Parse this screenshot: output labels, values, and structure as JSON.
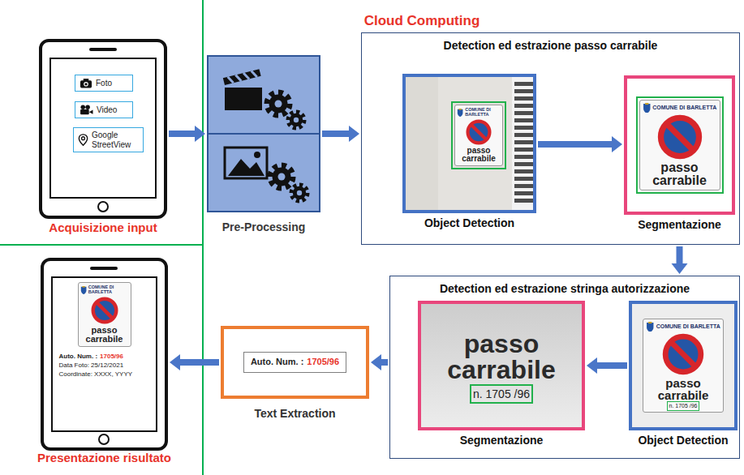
{
  "diagram": {
    "title": "Cloud Computing",
    "nodes": [
      {
        "text": [
          "Acquisizione input"
        ]
      },
      {
        "text": [
          "Foto"
        ],
        "in": 0
      },
      {
        "text": [
          "Video"
        ],
        "in": 0
      },
      {
        "text": [
          "Google StreetView"
        ],
        "in": 0
      },
      {
        "text": [
          "Pre-Processing"
        ]
      },
      {
        "text": [
          "Detection ed estrazione passo carrabile"
        ]
      },
      {
        "text": [
          "Object Detection",
          "COMUNE DI BARLETTA",
          "passo carrabile"
        ],
        "in": 5
      },
      {
        "text": [
          "Segmentazione",
          "COMUNE DI BARLETTA",
          "passo carrabile"
        ],
        "in": 5
      },
      {
        "text": [
          "Detection ed estrazione stringa autorizzazione"
        ]
      },
      {
        "text": [
          "Segmentazione",
          "passo carrabile",
          "n. 1705 /96"
        ],
        "in": 8
      },
      {
        "text": [
          "Object Detection",
          "COMUNE DI BARLETTA",
          "passo carrabile",
          "n. 1705 /96"
        ],
        "in": 8
      },
      {
        "text": [
          "Auto. Num. :",
          "1705/96",
          "Text Extraction"
        ]
      },
      {
        "text": [
          "Presentazione risultato",
          "COMUNE DI BARLETTA",
          "passo carrabile",
          "Auto. Num. :",
          "1705/96",
          "Data Foto: 25/12/2021",
          "Coordinate: XXXX, YYYY"
        ]
      }
    ],
    "edges": [
      {
        "from": 0,
        "to": 4,
        "arrow": "to"
      },
      {
        "from": 4,
        "to": 5,
        "arrow": "to"
      },
      {
        "from": 6,
        "to": 7,
        "arrow": "to"
      },
      {
        "from": 5,
        "to": 8,
        "arrow": "to"
      },
      {
        "from": 10,
        "to": 9,
        "arrow": "to"
      },
      {
        "from": 8,
        "to": 11,
        "arrow": "to"
      },
      {
        "from": 11,
        "to": 12,
        "arrow": "to"
      }
    ]
  }
}
